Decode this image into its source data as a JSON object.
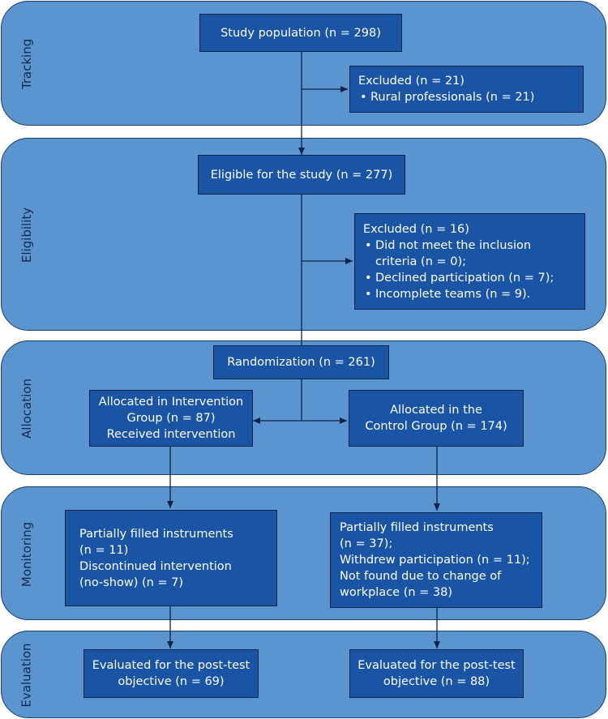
{
  "stages": {
    "tracking": "Tracking",
    "eligibility": "Eligibility",
    "allocation": "Allocation",
    "monitoring": "Monitoring",
    "evaluation": "Evaluation"
  },
  "boxes": {
    "study_population": "Study population (n = 298)",
    "excluded_tracking": {
      "title": "Excluded (n = 21)",
      "items": [
        "Rural professionals (n = 21)"
      ]
    },
    "eligible": "Eligible for the study (n = 277)",
    "excluded_eligibility": {
      "title": "Excluded (n = 16)",
      "items": [
        "Did not meet the inclusion criteria (n = 0);",
        "Declined participation (n = 7);",
        "Incomplete teams (n = 9)."
      ]
    },
    "randomization": "Randomization (n = 261)",
    "intervention_group": [
      "Allocated in Intervention",
      "Group (n = 87)",
      "Received intervention"
    ],
    "control_group": [
      "Allocated in the",
      "Control Group (n = 174)"
    ],
    "monitoring_intervention": [
      "Partially filled instruments",
      "(n = 11)",
      "Discontinued intervention",
      "(no-show) (n = 7)"
    ],
    "monitoring_control": [
      "Partially filled instruments",
      "(n = 37);",
      "Withdrew participation (n = 11);",
      "Not found due to change of",
      "workplace (n = 38)"
    ],
    "evaluation_intervention": [
      "Evaluated for the post-test",
      "objective (n = 69)"
    ],
    "evaluation_control": [
      "Evaluated for the post-test",
      "objective (n = 88)"
    ]
  },
  "colors": {
    "band": "#5b95d0",
    "band_border": "#1d3a6b",
    "box": "#1a54a5",
    "arrow": "#0f2347"
  }
}
